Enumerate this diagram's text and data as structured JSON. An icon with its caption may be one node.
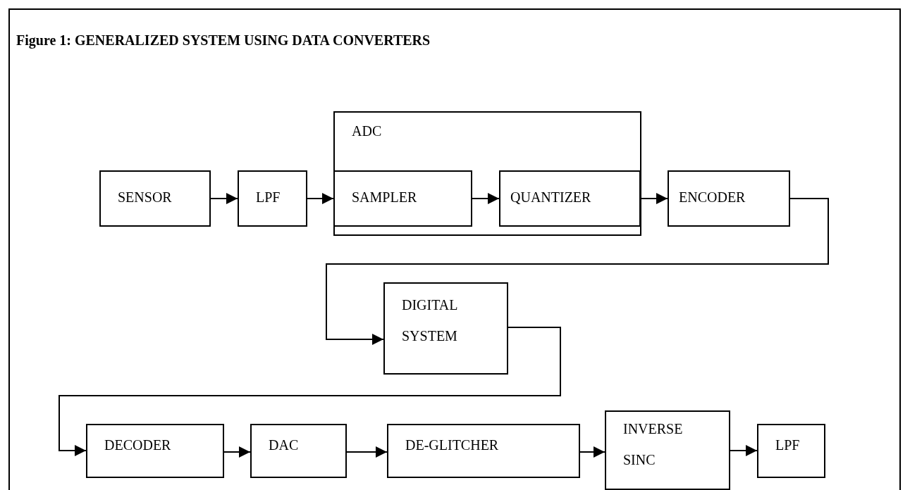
{
  "diagram": {
    "title": "Figure 1: GENERALIZED SYSTEM USING DATA CONVERTERS",
    "nodes": [
      {
        "text": [
          "SENSOR"
        ]
      },
      {
        "text": [
          "LPF"
        ]
      },
      {
        "text": [
          "ADC"
        ]
      },
      {
        "text": [
          "SAMPLER"
        ],
        "in": 2
      },
      {
        "text": [
          "QUANTIZER"
        ],
        "in": 2
      },
      {
        "text": [
          "ENCODER"
        ]
      },
      {
        "text": [
          "DIGITAL SYSTEM"
        ]
      },
      {
        "text": [
          "DECODER"
        ]
      },
      {
        "text": [
          "DAC"
        ]
      },
      {
        "text": [
          "DE-GLITCHER"
        ]
      },
      {
        "text": [
          "INVERSE SINC"
        ]
      },
      {
        "text": [
          "LPF"
        ]
      }
    ],
    "edges": [
      {
        "from": 0,
        "to": 1,
        "arrow": "to"
      },
      {
        "from": 1,
        "to": 3,
        "arrow": "to"
      },
      {
        "from": 3,
        "to": 4,
        "arrow": "to"
      },
      {
        "from": 4,
        "to": 5,
        "arrow": "to"
      },
      {
        "from": 5,
        "to": 6,
        "arrow": "to"
      },
      {
        "from": 6,
        "to": 7,
        "arrow": "to"
      },
      {
        "from": 7,
        "to": 8,
        "arrow": "to"
      },
      {
        "from": 8,
        "to": 9,
        "arrow": "to"
      },
      {
        "from": 9,
        "to": 10,
        "arrow": "to"
      },
      {
        "from": 10,
        "to": 11,
        "arrow": "to"
      }
    ]
  }
}
